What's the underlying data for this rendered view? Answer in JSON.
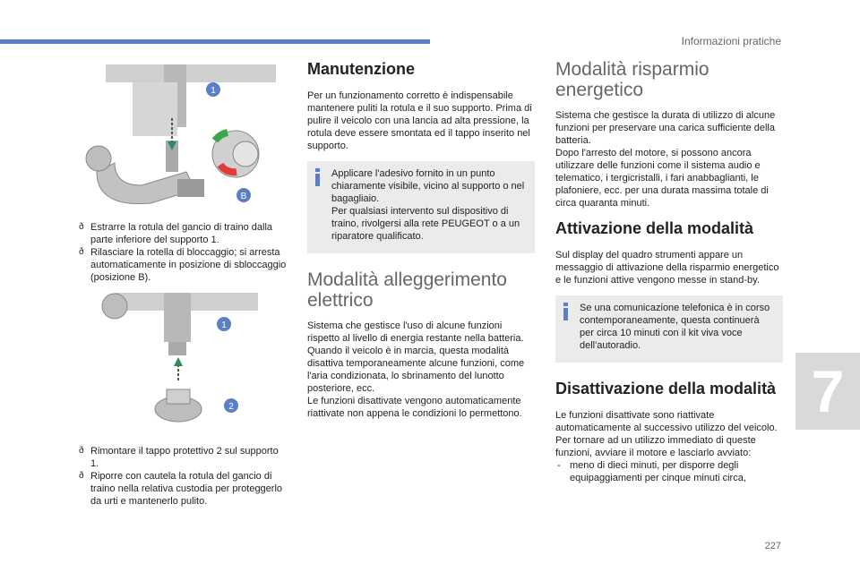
{
  "header": {
    "section_title": "Informazioni pratiche",
    "page_number": "227",
    "chapter_number": "7"
  },
  "col1": {
    "step_a": [
      "Estrarre la rotula del gancio di traino dalla parte inferiore del supporto 1.",
      "Rilasciare la rotella di bloccaggio; si arresta automaticamente in posizione di sbloccaggio (posizione B)."
    ],
    "step_b": [
      "Rimontare il tappo protettivo 2 sul supporto 1.",
      "Riporre con cautela la rotula del gancio di traino nella relativa custodia per proteggerlo da urti e mantenerlo pulito."
    ],
    "fig1_labels": [
      "1",
      "B"
    ],
    "fig2_labels": [
      "1",
      "2"
    ]
  },
  "col2": {
    "maint_title": "Manutenzione",
    "maint_text": "Per un funzionamento corretto è indispensabile mantenere puliti la rotula e il suo supporto. Prima di pulire il veicolo con una lancia ad alta pressione, la rotula deve essere smontata ed il tappo inserito nel supporto.",
    "info_line1": "Applicare l'adesivo fornito in un punto chiaramente visibile, vicino al supporto o nel bagagliaio.",
    "info_line2": "Per qualsiasi intervento sul dispositivo di traino, rivolgersi alla rete PEUGEOT o a un riparatore qualificato.",
    "light_title": "Modalità alleggerimento elettrico",
    "light_p1": "Sistema che gestisce l'uso di alcune funzioni rispetto al livello di energia restante nella batteria.",
    "light_p2": "Quando il veicolo è in marcia, questa modalità disattiva temporaneamente alcune funzioni, come l'aria condizionata, lo sbrinamento del lunotto posteriore, ecc.",
    "light_p3": "Le funzioni disattivate vengono automaticamente riattivate non appena le condizioni lo permettono."
  },
  "col3": {
    "save_title": "Modalità risparmio energetico",
    "save_p1": "Sistema che gestisce la durata di utilizzo di alcune funzioni per preservare una carica sufficiente della batteria.",
    "save_p2": "Dopo l'arresto del motore, si possono ancora utilizzare delle funzioni come il sistema audio e telematico, i tergicristalli, i fari anabbaglianti, le plafoniere, ecc. per una durata massima totale di circa quaranta minuti.",
    "act_title": "Attivazione della modalità",
    "act_text": "Sul display del quadro strumenti appare un messaggio di attivazione della risparmio energetico e le funzioni attive vengono messe in stand-by.",
    "info_text": "Se una comunicazione telefonica è in corso contemporaneamente, questa continuerà per circa 10 minuti con il kit viva voce dell'autoradio.",
    "deact_title": "Disattivazione della modalità",
    "deact_p1": "Le funzioni disattivate sono riattivate automaticamente al successivo utilizzo del veicolo.",
    "deact_p2": "Per tornare ad un utilizzo immediato di queste funzioni, avviare il motore e lasciarlo avviato:",
    "deact_item": "meno di dieci minuti, per disporre degli equipaggiamenti per cinque minuti circa,"
  },
  "colors": {
    "accent": "#5b7fc6",
    "infobox_bg": "#ebebeb",
    "tab_bg": "#d9d9d9"
  }
}
